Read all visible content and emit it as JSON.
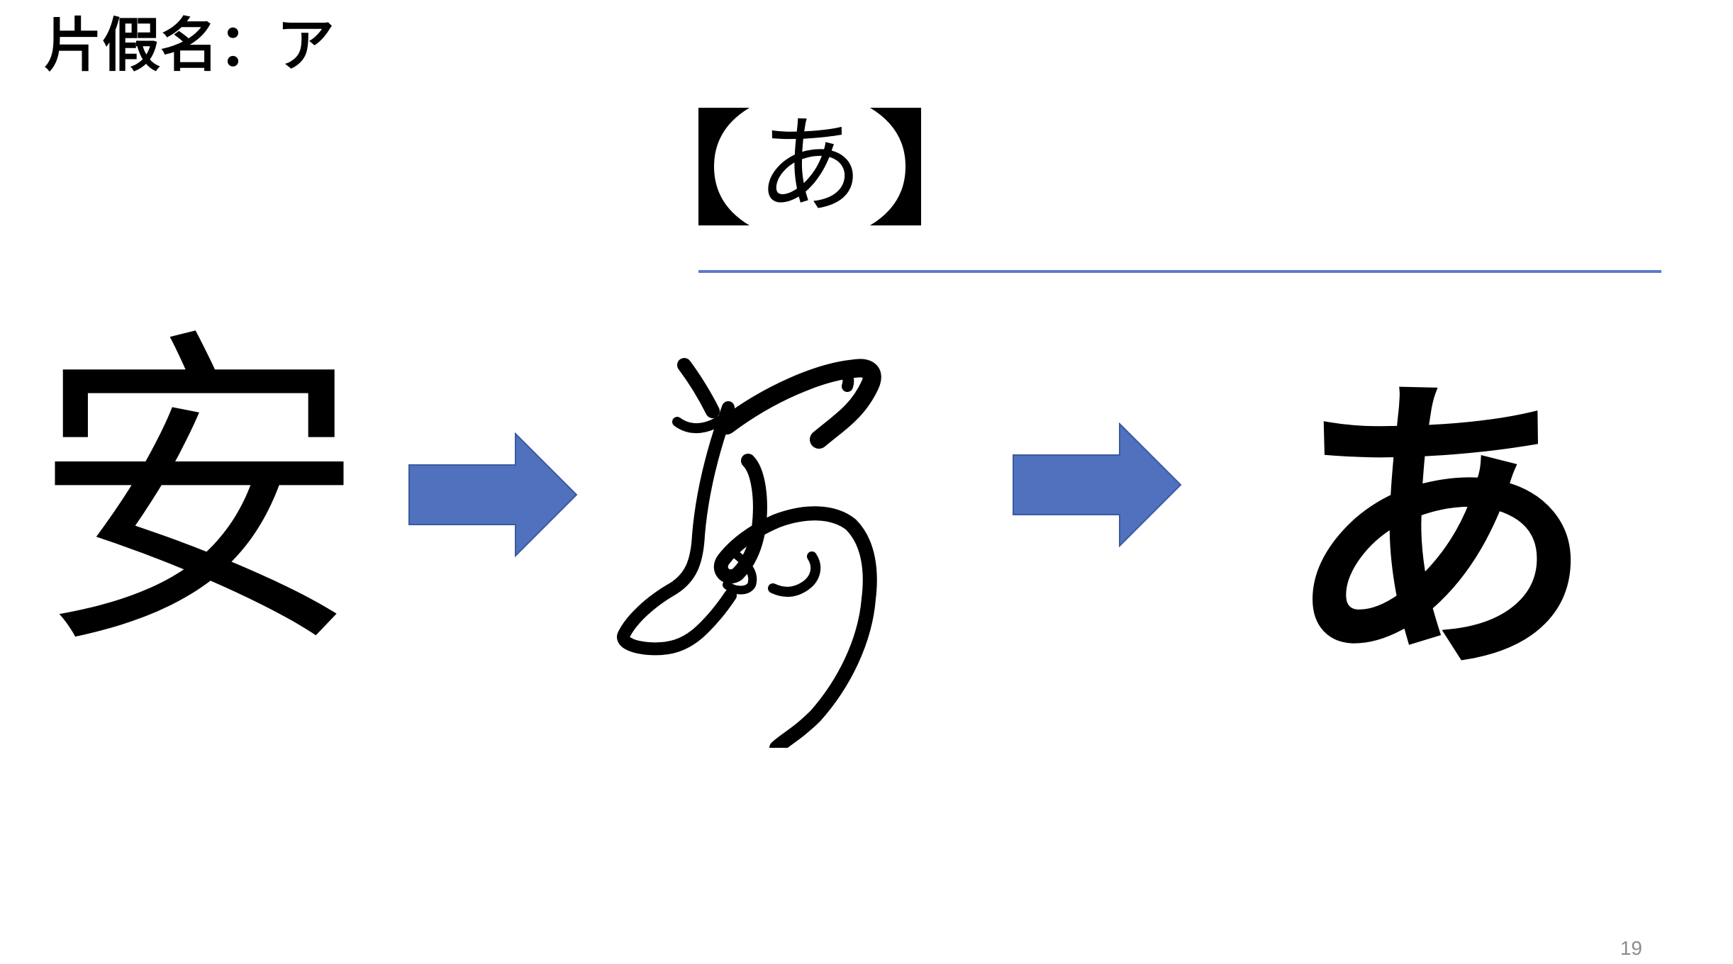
{
  "slide": {
    "katakana_label": "片假名：ア",
    "title_char": "あ",
    "kanji_origin": "安",
    "hiragana_result": "あ",
    "page_number": "19"
  },
  "colors": {
    "arrow_fill": "#4f71be",
    "arrow_stroke": "#3a5a9e",
    "rule": "#5b7cc4",
    "text": "#000000",
    "page_number": "#8c8c8c"
  },
  "icons": {
    "left_bracket": "left-lenticular-bracket-icon",
    "right_bracket": "right-lenticular-bracket-icon",
    "arrow": "right-block-arrow-icon",
    "cursive": "cursive-a-calligraphy-icon"
  }
}
